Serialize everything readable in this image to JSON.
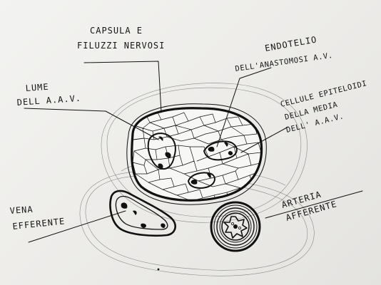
{
  "labels": {
    "capsula_line1": "CAPSULA E",
    "capsula_line2": "FILUZZI NERVOSI",
    "endotelio_line1": "ENDOTELIO",
    "endotelio_line2": "DELL'ANASTOMOSI A.V.",
    "lume_line1": "LUME",
    "lume_line2": "DELL A.A.V.",
    "cellule_line1": "CELLULE EPITELOIDI",
    "cellule_line2": "DELLA MEDIA",
    "cellule_line3": "DELL' A.A.V.",
    "vena_line1": "VENA",
    "vena_line2": "EFFERENTE",
    "arteria_line1": "ARTERIA",
    "arteria_line2": "AFFERENTE"
  },
  "colors": {
    "ink": "#111111",
    "paper": "#efeeeb"
  }
}
